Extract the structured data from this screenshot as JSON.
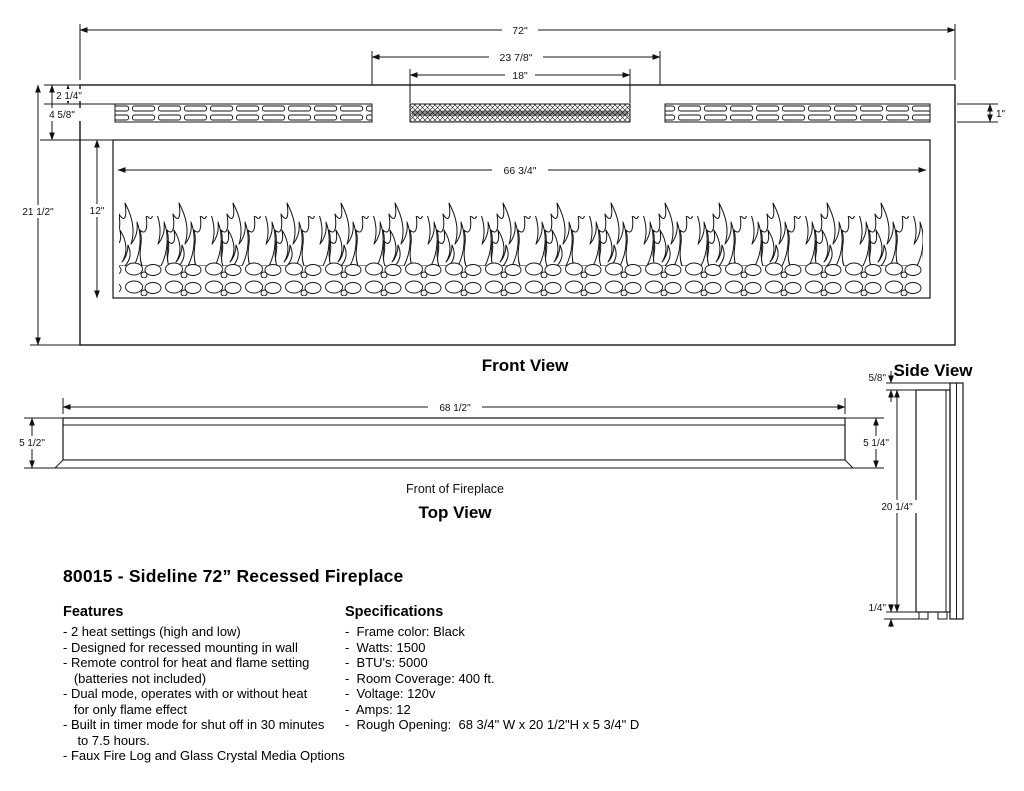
{
  "title": "80015 - Sideline 72” Recessed Fireplace",
  "front_view": {
    "label": "Front View",
    "dims": {
      "width": "72\"",
      "mid_outer": "23 7/8\"",
      "mid_inner": "18\"",
      "top_to_vent": "2 1/4\"",
      "top_to_opening": "4 5/8\"",
      "total_height": "21 1/2\"",
      "opening_height": "12\"",
      "opening_width": "66 3/4\"",
      "vent_height": "1\""
    }
  },
  "top_view": {
    "label": "Top View",
    "caption": "Front of Fireplace",
    "dims": {
      "width": "68 1/2\"",
      "depth_left": "5 1/2\"",
      "depth_right": "5 1/4\""
    }
  },
  "side_view": {
    "label": "Side View",
    "dims": {
      "top_lip": "5/8\"",
      "height": "20 1/4\"",
      "bottom_lip": "1/4\""
    }
  },
  "features": {
    "heading": "Features",
    "lines": [
      "- 2 heat settings (high and low)",
      "- Designed for recessed mounting in wall",
      "- Remote control for heat and flame setting",
      "   (batteries not included)",
      "- Dual mode, operates with or without heat",
      "   for only flame effect",
      "- Built in timer mode for shut off in 30 minutes",
      "    to 7.5 hours.",
      "- Faux Fire Log and Glass Crystal Media Options"
    ]
  },
  "specifications": {
    "heading": "Specifications",
    "lines": [
      "-  Frame color: Black",
      "-  Watts: 1500",
      "-  BTU's: 5000",
      "-  Room Coverage: 400 ft.",
      "-  Voltage: 120v",
      "-  Amps: 12",
      "-  Rough Opening:  68 3/4\" W x 20 1/2\"H x 5 3/4\" D"
    ]
  }
}
